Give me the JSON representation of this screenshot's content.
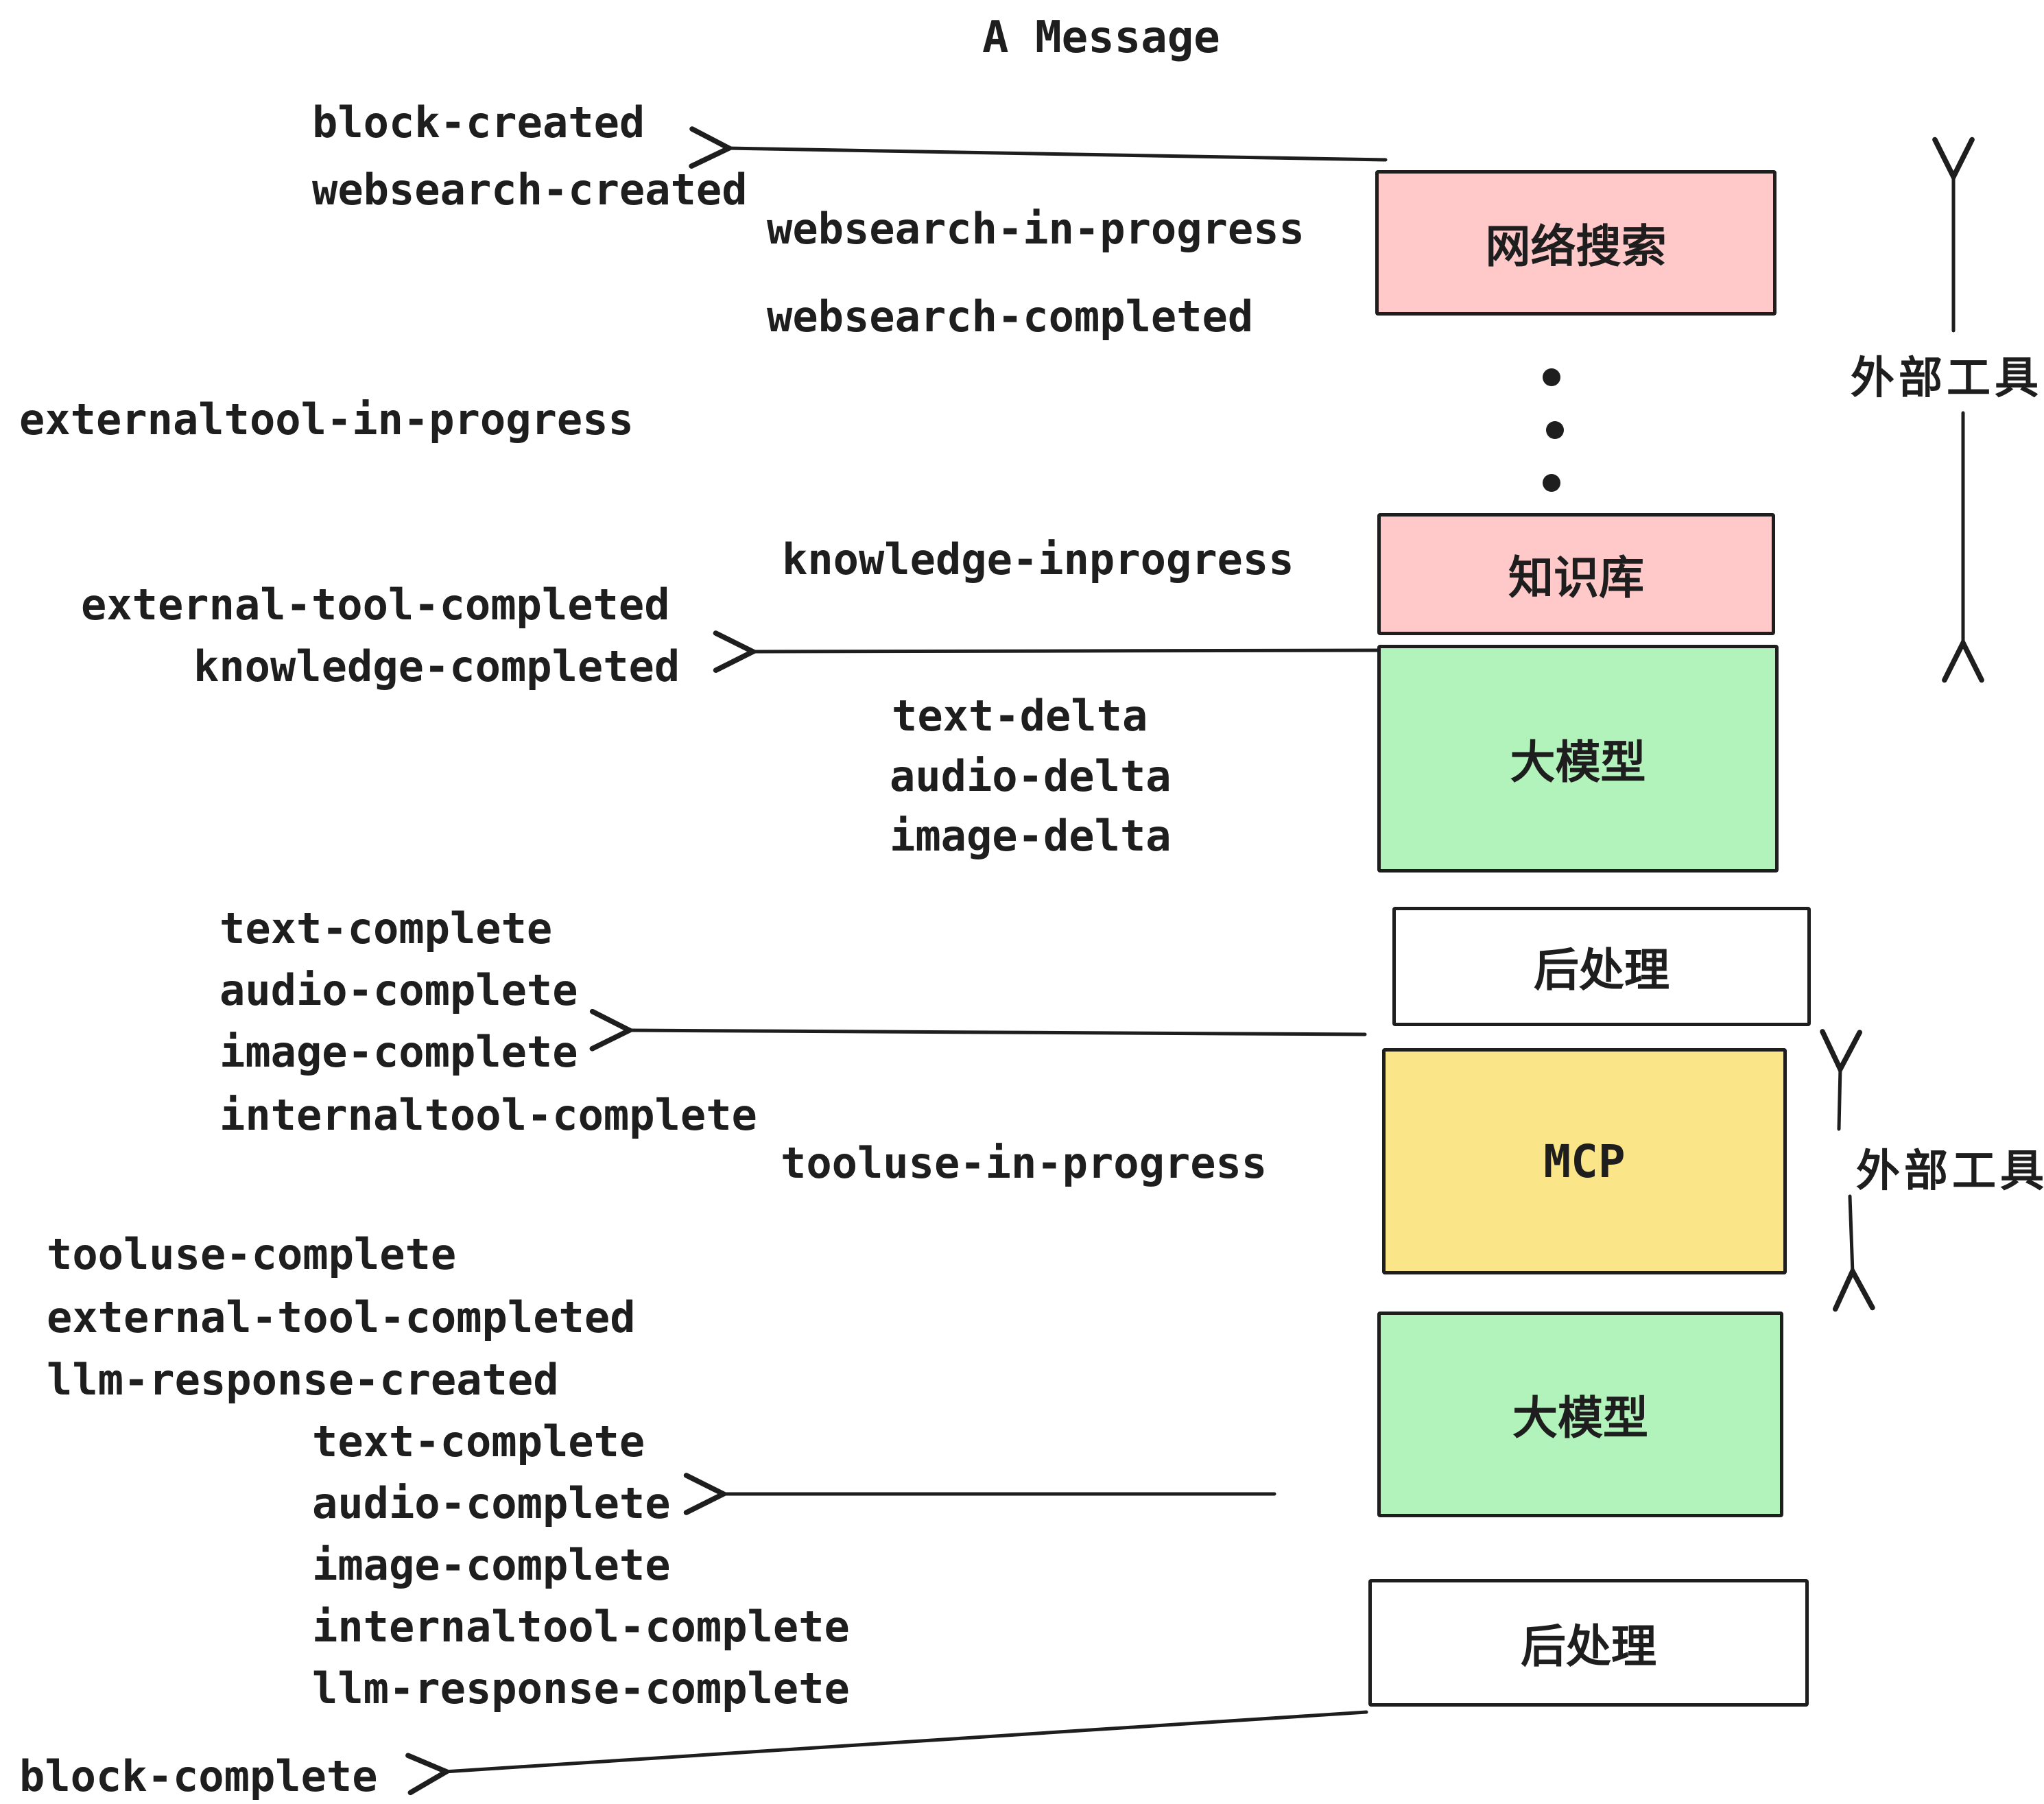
{
  "title": "A Message",
  "boxes": {
    "websearch": "网络搜索",
    "knowledge": "知识库",
    "llm1": "大模型",
    "post1": "后处理",
    "mcp": "MCP",
    "llm2": "大模型",
    "post2": "后处理"
  },
  "side_labels": {
    "external_tools_top": "外部工具",
    "external_tools_mcp": "外部工具"
  },
  "events": {
    "block_created": "block-created",
    "websearch_created": "websearch-created",
    "websearch_in_progress": "websearch-in-progress",
    "websearch_completed": "websearch-completed",
    "externaltool_in_progress": "externaltool-in-progress",
    "knowledge_inprogress": "knowledge-inprogress",
    "external_tool_completed_1": "external-tool-completed",
    "knowledge_completed": "knowledge-completed",
    "text_delta_1": "text-delta",
    "audio_delta_1": "audio-delta",
    "image_delta_1": "image-delta",
    "text_complete_1": "text-complete",
    "audio_complete_1": "audio-complete",
    "image_complete_1": "image-complete",
    "internaltool_complete_1": "internaltool-complete",
    "tooluse_in_progress": "tooluse-in-progress",
    "tooluse_complete": "tooluse-complete",
    "external_tool_completed_2": "external-tool-completed",
    "llm_response_created": "llm-response-created",
    "text_complete_2": "text-complete",
    "audio_complete_2": "audio-complete",
    "image_complete_2": "image-complete",
    "internaltool_complete_2": "internaltool-complete",
    "llm_response_complete": "llm-response-complete",
    "block_complete": "block-complete"
  },
  "colors": {
    "ink": "#1e1e1e",
    "box_pink": "#ffc9c9",
    "box_green": "#b2f2bb",
    "box_yellow": "#fae588",
    "box_white": "#ffffff"
  }
}
